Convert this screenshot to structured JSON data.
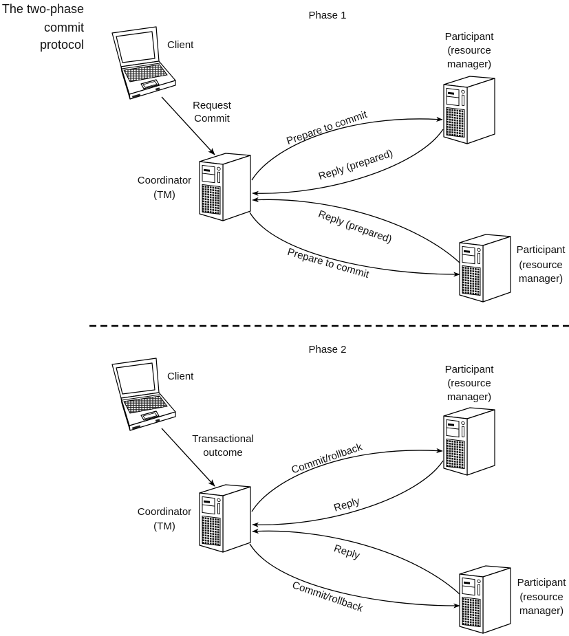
{
  "figure": {
    "title_lines": [
      "The two-phase",
      "commit",
      "protocol"
    ]
  },
  "phase1": {
    "label": "Phase 1",
    "client": {
      "label": "Client",
      "icon": "laptop-icon"
    },
    "client_message_lines": [
      "Request",
      "Commit"
    ],
    "coordinator": {
      "label_lines": [
        "Coordinator",
        "(TM)"
      ],
      "icon": "server-icon"
    },
    "participants": [
      {
        "label_lines": [
          "Participant",
          "(resource",
          "manager)"
        ],
        "icon": "server-icon",
        "outgoing_message": "Prepare to commit",
        "reply_message": "Reply (prepared)"
      },
      {
        "label_lines": [
          "Participant",
          "(resource",
          "manager)"
        ],
        "icon": "server-icon",
        "outgoing_message": "Prepare to commit",
        "reply_message": "Reply (prepared)"
      }
    ]
  },
  "phase2": {
    "label": "Phase 2",
    "client": {
      "label": "Client",
      "icon": "laptop-icon"
    },
    "client_message_lines": [
      "Transactional",
      "outcome"
    ],
    "coordinator": {
      "label_lines": [
        "Coordinator",
        "(TM)"
      ],
      "icon": "server-icon"
    },
    "participants": [
      {
        "label_lines": [
          "Participant",
          "(resource",
          "manager)"
        ],
        "icon": "server-icon",
        "outgoing_message": "Commit/rollback",
        "reply_message": "Reply"
      },
      {
        "label_lines": [
          "Participant",
          "(resource",
          "manager)"
        ],
        "icon": "server-icon",
        "outgoing_message": "Commit/rollback",
        "reply_message": "Reply"
      }
    ]
  },
  "divider": {
    "style": "dashed"
  },
  "colors": {
    "ink": "#000000",
    "background": "#ffffff"
  }
}
